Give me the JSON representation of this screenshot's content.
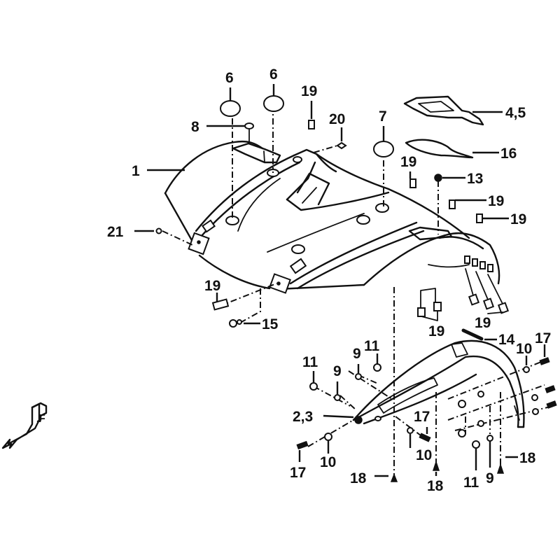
{
  "diagram": {
    "title": "Front fender / body cover exploded view",
    "ink_color": "#111111",
    "background_color": "#ffffff",
    "direction_marker": {
      "label": "F",
      "meaning": "front direction arrow"
    },
    "callouts": [
      {
        "id": "c1",
        "text": "1",
        "part": "front body cover"
      },
      {
        "id": "c23",
        "text": "2,3",
        "part": "front fender mudguard (L/R)"
      },
      {
        "id": "c45",
        "text": "4,5",
        "part": "top cover panel"
      },
      {
        "id": "c6a",
        "text": "6",
        "part": "cap"
      },
      {
        "id": "c6b",
        "text": "6",
        "part": "cap"
      },
      {
        "id": "c7",
        "text": "7",
        "part": "cap"
      },
      {
        "id": "c8",
        "text": "8",
        "part": "plug"
      },
      {
        "id": "c9a",
        "text": "9",
        "part": "washer"
      },
      {
        "id": "c9b",
        "text": "9",
        "part": "washer"
      },
      {
        "id": "c9c",
        "text": "9",
        "part": "washer"
      },
      {
        "id": "c10a",
        "text": "10",
        "part": "washer"
      },
      {
        "id": "c10b",
        "text": "10",
        "part": "washer"
      },
      {
        "id": "c10c",
        "text": "10",
        "part": "washer"
      },
      {
        "id": "c11a",
        "text": "11",
        "part": "nut"
      },
      {
        "id": "c11b",
        "text": "11",
        "part": "nut"
      },
      {
        "id": "c11c",
        "text": "11",
        "part": "nut"
      },
      {
        "id": "c13",
        "text": "13",
        "part": "grommet"
      },
      {
        "id": "c14",
        "text": "14",
        "part": "rod"
      },
      {
        "id": "c15",
        "text": "15",
        "part": "bolt"
      },
      {
        "id": "c16",
        "text": "16",
        "part": "seal"
      },
      {
        "id": "c17a",
        "text": "17",
        "part": "screw"
      },
      {
        "id": "c17b",
        "text": "17",
        "part": "screw"
      },
      {
        "id": "c17c",
        "text": "17",
        "part": "screw"
      },
      {
        "id": "c18a",
        "text": "18",
        "part": "clip"
      },
      {
        "id": "c18b",
        "text": "18",
        "part": "clip"
      },
      {
        "id": "c18c",
        "text": "18",
        "part": "clip"
      },
      {
        "id": "c19a",
        "text": "19",
        "part": "clip nut"
      },
      {
        "id": "c19b",
        "text": "19",
        "part": "clip nut"
      },
      {
        "id": "c19c",
        "text": "19",
        "part": "clip nut"
      },
      {
        "id": "c19d",
        "text": "19",
        "part": "clip nut"
      },
      {
        "id": "c19e",
        "text": "19",
        "part": "clip nut"
      },
      {
        "id": "c19f",
        "text": "19",
        "part": "clip nut"
      },
      {
        "id": "c19g",
        "text": "19",
        "part": "clip nut"
      },
      {
        "id": "c20",
        "text": "20",
        "part": "clip"
      },
      {
        "id": "c21",
        "text": "21",
        "part": "rivet"
      }
    ]
  }
}
